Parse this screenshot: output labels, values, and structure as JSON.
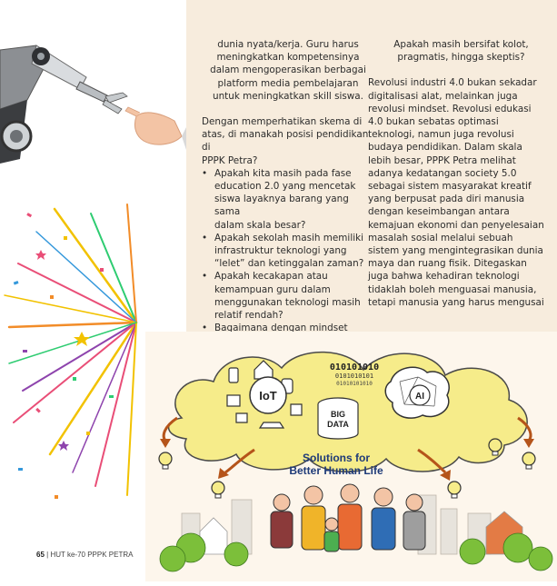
{
  "page": {
    "col_left_top": [
      "dunia nyata/kerja. Guru harus",
      "meningkatkan kompetensinya",
      "dalam mengoperasikan berbagai",
      "platform media pembelajaran",
      "untuk meningkatkan skill siswa."
    ],
    "col_left_intro": [
      "Dengan memperhatikan skema di",
      "atas, di manakah posisi pendidikan di",
      "PPPK Petra?"
    ],
    "bullets": [
      [
        "Apakah kita masih pada fase",
        "education 2.0 yang mencetak",
        "siswa layaknya barang yang sama",
        "dalam skala besar?"
      ],
      [
        "Apakah sekolah masih memiliki",
        "infrastruktur teknologi yang",
        "“lelet” dan ketinggalan zaman?"
      ],
      [
        "Apakah kecakapan atau",
        "kemampuan guru dalam",
        "menggunakan teknologi masih",
        "relatif rendah?"
      ],
      [
        "Bagaimana dengan mindset guru?"
      ]
    ],
    "col_right_top": [
      "Apakah masih bersifat kolot,",
      "pragmatis, hingga skeptis?"
    ],
    "col_right_body": [
      "Revolusi industri 4.0 bukan sekadar",
      "digitalisasi alat, melainkan juga",
      "revolusi mindset. Revolusi edukasi",
      "4.0 bukan sebatas optimasi",
      "teknologi, namun juga revolusi",
      "budaya pendidikan. Dalam skala",
      "lebih besar, PPPK Petra melihat",
      "adanya kedatangan society 5.0",
      "sebagai sistem masyarakat kreatif",
      "yang berpusat pada diri manusia",
      "dengan keseimbangan antara",
      "kemajuan ekonomi dan penyelesaian",
      "masalah sosial melalui sebuah",
      "sistem yang mengintegrasikan dunia",
      "maya dan ruang fisik. Ditegaskan",
      "juga bahwa kehadiran teknologi",
      "tidaklah boleh menguasai manusia,",
      "tetapi manusia yang harus mengusai"
    ]
  },
  "illustration": {
    "iot_label": "IoT",
    "ai_label": "AI",
    "bigdata_line1": "BIG",
    "bigdata_line2": "DATA",
    "binary_1": "010101010",
    "binary_2": "0101010101",
    "binary_3": "01010101010",
    "headline_1": "Solutions for",
    "headline_2": "Better Human Life"
  },
  "footer": {
    "page_number": "65",
    "separator": "|",
    "text": "HUT ke-70 PPPK PETRA"
  },
  "colors": {
    "cream": "#f7ecdd",
    "cloud": "#f6ec8a",
    "cloud_stroke": "#4a4a4a",
    "arrow": "#b5541a",
    "headline": "#1e3a78"
  }
}
